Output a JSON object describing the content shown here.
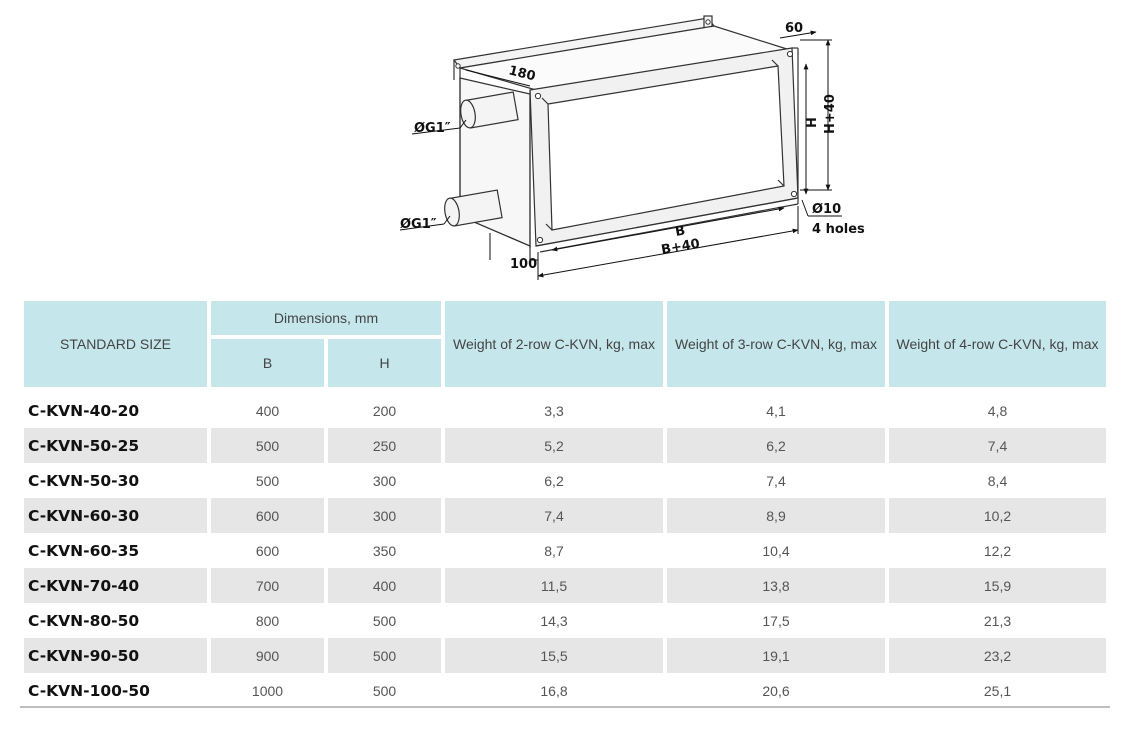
{
  "drawing": {
    "top_offset": "60",
    "depth": "180",
    "inlet_pipe": "ØG1″",
    "outlet_pipe": "ØG1″",
    "height_inner": "H",
    "height_outer": "H+40",
    "width_inner": "B",
    "width_outer": "B+40",
    "hole_diameter": "Ø10",
    "holes_count": "4 holes",
    "bottom_offset": "100"
  },
  "table": {
    "header": {
      "standard_size": "STANDARD SIZE",
      "dimensions": "Dimensions, mm",
      "b": "B",
      "h": "H",
      "weight_2row": "Weight of 2-row C-KVN, kg, max",
      "weight_3row": "Weight of 3-row C-KVN, kg, max",
      "weight_4row": "Weight of 4-row C-KVN, kg, max"
    },
    "rows": [
      {
        "code": "C-KVN-40-20",
        "b": "400",
        "h": "200",
        "w2": "3,3",
        "w3": "4,1",
        "w4": "4,8"
      },
      {
        "code": "C-KVN-50-25",
        "b": "500",
        "h": "250",
        "w2": "5,2",
        "w3": "6,2",
        "w4": "7,4"
      },
      {
        "code": "C-KVN-50-30",
        "b": "500",
        "h": "300",
        "w2": "6,2",
        "w3": "7,4",
        "w4": "8,4"
      },
      {
        "code": "C-KVN-60-30",
        "b": "600",
        "h": "300",
        "w2": "7,4",
        "w3": "8,9",
        "w4": "10,2"
      },
      {
        "code": "C-KVN-60-35",
        "b": "600",
        "h": "350",
        "w2": "8,7",
        "w3": "10,4",
        "w4": "12,2"
      },
      {
        "code": "C-KVN-70-40",
        "b": "700",
        "h": "400",
        "w2": "11,5",
        "w3": "13,8",
        "w4": "15,9"
      },
      {
        "code": "C-KVN-80-50",
        "b": "800",
        "h": "500",
        "w2": "14,3",
        "w3": "17,5",
        "w4": "21,3"
      },
      {
        "code": "C-KVN-90-50",
        "b": "900",
        "h": "500",
        "w2": "15,5",
        "w3": "19,1",
        "w4": "23,2"
      },
      {
        "code": "C-KVN-100-50",
        "b": "1000",
        "h": "500",
        "w2": "16,8",
        "w3": "20,6",
        "w4": "25,1"
      }
    ]
  }
}
